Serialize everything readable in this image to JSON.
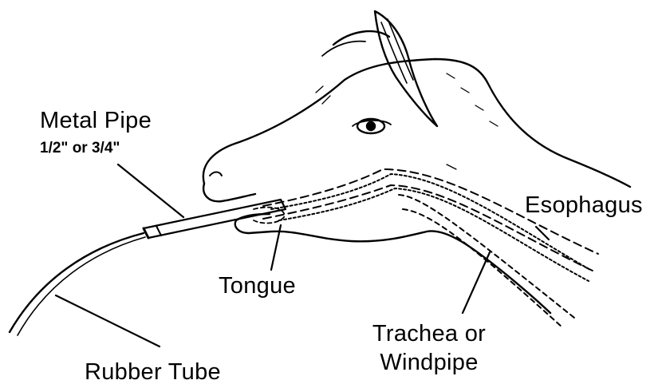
{
  "labels": {
    "metal_pipe": "Metal Pipe",
    "pipe_size": "1/2\" or 3/4\"",
    "tongue": "Tongue",
    "rubber_tube": "Rubber Tube",
    "esophagus": "Esophagus",
    "trachea_line1": "Trachea or",
    "trachea_line2": "Windpipe"
  },
  "colors": {
    "ink": "#000000",
    "background": "#ffffff"
  }
}
